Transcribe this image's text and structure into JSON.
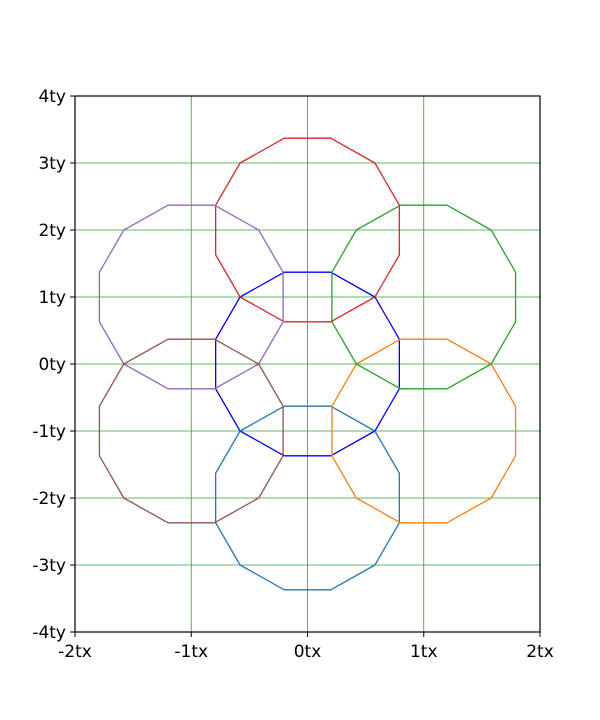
{
  "chart_data": {
    "type": "line",
    "title": "",
    "xlabel": "",
    "ylabel": "",
    "xlim": [
      -2,
      2
    ],
    "ylim": [
      -4,
      4
    ],
    "grid": true,
    "grid_color": "#2ca02c",
    "x_ticks": [
      -2,
      -1,
      0,
      1,
      2
    ],
    "x_tick_labels": [
      "-2tx",
      "-1tx",
      "0tx",
      "1tx",
      "2tx"
    ],
    "y_ticks": [
      -4,
      -3,
      -2,
      -1,
      0,
      1,
      2,
      3,
      4
    ],
    "y_tick_labels": [
      "-4ty",
      "-3ty",
      "-2ty",
      "-1ty",
      "0ty",
      "1ty",
      "2ty",
      "3ty",
      "4ty"
    ],
    "series": [
      {
        "color": "#0000ff",
        "points": [
          [
            -0.2,
            -1.37
          ],
          [
            0.2,
            -1.37
          ],
          [
            0.58,
            -1.0
          ],
          [
            0.79,
            -0.37
          ],
          [
            0.79,
            0.37
          ],
          [
            0.58,
            1.0
          ],
          [
            0.2,
            1.37
          ],
          [
            -0.2,
            1.37
          ],
          [
            -0.58,
            1.0
          ],
          [
            -0.79,
            0.37
          ],
          [
            -0.79,
            -0.37
          ],
          [
            -0.58,
            -1.0
          ],
          [
            -0.2,
            -1.37
          ]
        ]
      },
      {
        "color": "#1f77b4",
        "points": [
          [
            -0.2,
            -3.37
          ],
          [
            0.2,
            -3.37
          ],
          [
            0.58,
            -3.0
          ],
          [
            0.79,
            -2.37
          ],
          [
            0.79,
            -1.63
          ],
          [
            0.58,
            -1.0
          ],
          [
            0.2,
            -0.63
          ],
          [
            -0.2,
            -0.63
          ],
          [
            -0.58,
            -1.0
          ],
          [
            -0.79,
            -1.63
          ],
          [
            -0.79,
            -2.37
          ],
          [
            -0.58,
            -3.0
          ],
          [
            -0.2,
            -3.37
          ]
        ]
      },
      {
        "color": "#ff7f0e",
        "points": [
          [
            0.8,
            -2.37
          ],
          [
            1.2,
            -2.37
          ],
          [
            1.58,
            -2.0
          ],
          [
            1.79,
            -1.37
          ],
          [
            1.79,
            -0.63
          ],
          [
            1.58,
            0.0
          ],
          [
            1.2,
            0.37
          ],
          [
            0.8,
            0.37
          ],
          [
            0.42,
            0.0
          ],
          [
            0.21,
            -0.63
          ],
          [
            0.21,
            -1.37
          ],
          [
            0.42,
            -2.0
          ],
          [
            0.8,
            -2.37
          ]
        ]
      },
      {
        "color": "#2ca02c",
        "points": [
          [
            0.8,
            -0.37
          ],
          [
            1.2,
            -0.37
          ],
          [
            1.58,
            0.0
          ],
          [
            1.79,
            0.63
          ],
          [
            1.79,
            1.37
          ],
          [
            1.58,
            2.0
          ],
          [
            1.2,
            2.37
          ],
          [
            0.8,
            2.37
          ],
          [
            0.42,
            2.0
          ],
          [
            0.21,
            1.37
          ],
          [
            0.21,
            0.63
          ],
          [
            0.42,
            0.0
          ],
          [
            0.8,
            -0.37
          ]
        ]
      },
      {
        "color": "#d62728",
        "points": [
          [
            -0.2,
            0.63
          ],
          [
            0.2,
            0.63
          ],
          [
            0.58,
            1.0
          ],
          [
            0.79,
            1.63
          ],
          [
            0.79,
            2.37
          ],
          [
            0.58,
            3.0
          ],
          [
            0.2,
            3.37
          ],
          [
            -0.2,
            3.37
          ],
          [
            -0.58,
            3.0
          ],
          [
            -0.79,
            2.37
          ],
          [
            -0.79,
            1.63
          ],
          [
            -0.58,
            1.0
          ],
          [
            -0.2,
            0.63
          ]
        ]
      },
      {
        "color": "#9467bd",
        "points": [
          [
            -1.2,
            -0.37
          ],
          [
            -0.8,
            -0.37
          ],
          [
            -0.42,
            0.0
          ],
          [
            -0.21,
            0.63
          ],
          [
            -0.21,
            1.37
          ],
          [
            -0.42,
            2.0
          ],
          [
            -0.8,
            2.37
          ],
          [
            -1.2,
            2.37
          ],
          [
            -1.58,
            2.0
          ],
          [
            -1.79,
            1.37
          ],
          [
            -1.79,
            0.63
          ],
          [
            -1.58,
            0.0
          ],
          [
            -1.2,
            -0.37
          ]
        ]
      },
      {
        "color": "#8c564b",
        "points": [
          [
            -1.2,
            -2.37
          ],
          [
            -0.8,
            -2.37
          ],
          [
            -0.42,
            -2.0
          ],
          [
            -0.21,
            -1.37
          ],
          [
            -0.21,
            -0.63
          ],
          [
            -0.42,
            0.0
          ],
          [
            -0.8,
            0.37
          ],
          [
            -1.2,
            0.37
          ],
          [
            -1.58,
            0.0
          ],
          [
            -1.79,
            -0.63
          ],
          [
            -1.79,
            -1.37
          ],
          [
            -1.58,
            -2.0
          ],
          [
            -1.2,
            -2.37
          ]
        ]
      }
    ]
  }
}
